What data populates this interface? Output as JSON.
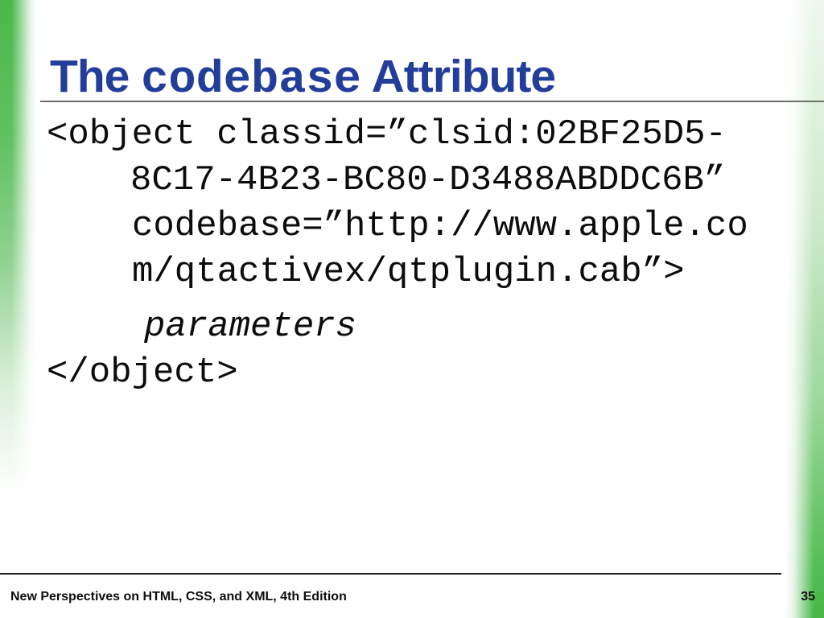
{
  "slide": {
    "title": {
      "pre": "The ",
      "code_word": "codebase",
      "post": " Attribute"
    },
    "code_lines": [
      "<object classid=”clsid:02BF25D5-",
      "8C17-4B23-BC80-D3488ABDDC6B”",
      "codebase=”http://www.apple.co",
      "m/qtactivex/qtplugin.cab”>",
      "parameters",
      "</object>"
    ],
    "footer": {
      "text": "New Perspectives on HTML, CSS, and XML, 4th Edition",
      "page_number": "35"
    },
    "colors": {
      "title_blue": "#233d9b",
      "accent_green": "#49b94b",
      "rule_gray": "#6e6e6e"
    }
  }
}
